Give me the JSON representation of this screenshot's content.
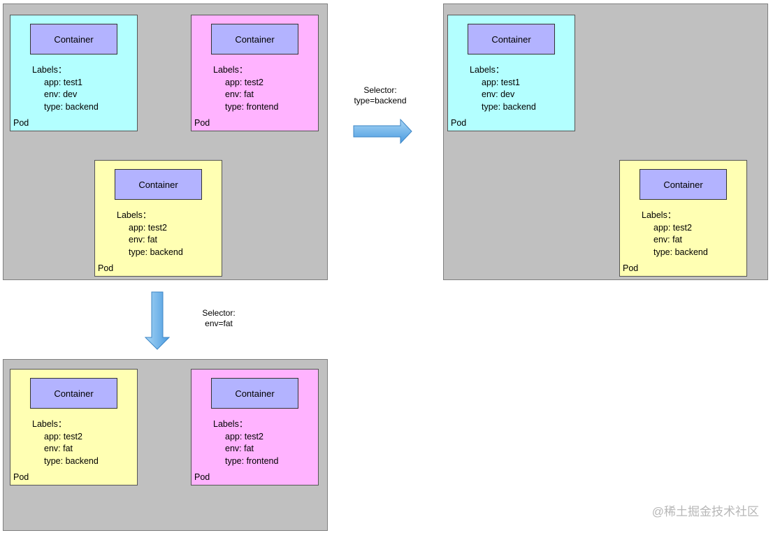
{
  "colors": {
    "group_bg": "#c0c0c0",
    "pod_cyan": "#b3ffff",
    "pod_pink": "#ffb3ff",
    "pod_yellow": "#ffffb3",
    "container": "#b3b3ff",
    "arrow": "#6fb3e8"
  },
  "pods": {
    "a": {
      "container": "Container",
      "labels_title": "Labels：",
      "app": "app: test1",
      "env": "env: dev",
      "type": "type: backend",
      "name": "Pod"
    },
    "b": {
      "container": "Container",
      "labels_title": "Labels：",
      "app": "app: test2",
      "env": "env: fat",
      "type": "type: frontend",
      "name": "Pod"
    },
    "c": {
      "container": "Container",
      "labels_title": "Labels：",
      "app": "app: test2",
      "env": "env: fat",
      "type": "type: backend",
      "name": "Pod"
    }
  },
  "selectors": {
    "type": {
      "line1": "Selector:",
      "line2": "type=backend"
    },
    "env": {
      "line1": "Selector:",
      "line2": "env=fat"
    }
  },
  "watermark": "@稀土掘金技术社区"
}
